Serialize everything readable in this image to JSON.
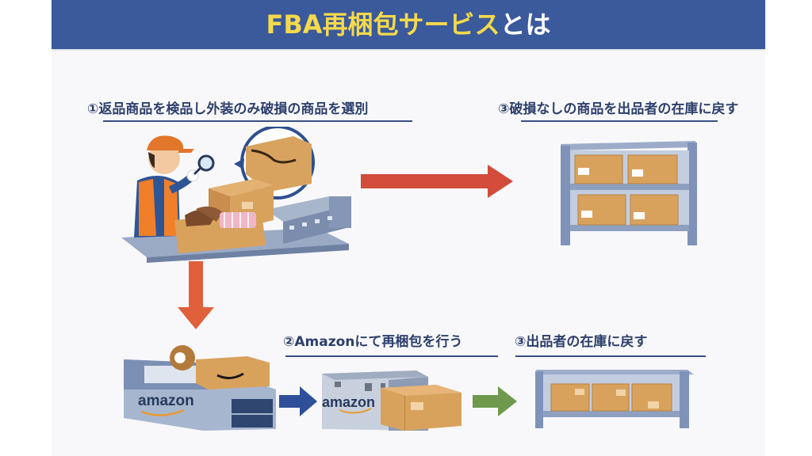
{
  "header": {
    "title_highlight": "FBA再梱包サービス",
    "title_rest": "とは"
  },
  "steps": {
    "step1": {
      "label": "①返品商品を検品し外装のみ破損の商品を選別"
    },
    "step3_top": {
      "label": "③破損なしの商品を出品者の在庫に戻す"
    },
    "step2": {
      "label": "②Amazonにて再梱包を行う"
    },
    "step3_bottom": {
      "label": "③出品者の在庫に戻す"
    }
  },
  "illustrations": {
    "brand_text_machine": "amazon",
    "brand_text_building": "amazon"
  },
  "colors": {
    "banner": "#3a5a9c",
    "title_yellow": "#f5d94a",
    "label_text": "#2d3f6b",
    "arrow_red": "#d24b3b",
    "arrow_orange": "#e0603c",
    "arrow_blue": "#2e4f9a",
    "arrow_green": "#6f9a4e",
    "box_brown": "#d9a25c",
    "shelf_steel": "#7f93b8"
  }
}
